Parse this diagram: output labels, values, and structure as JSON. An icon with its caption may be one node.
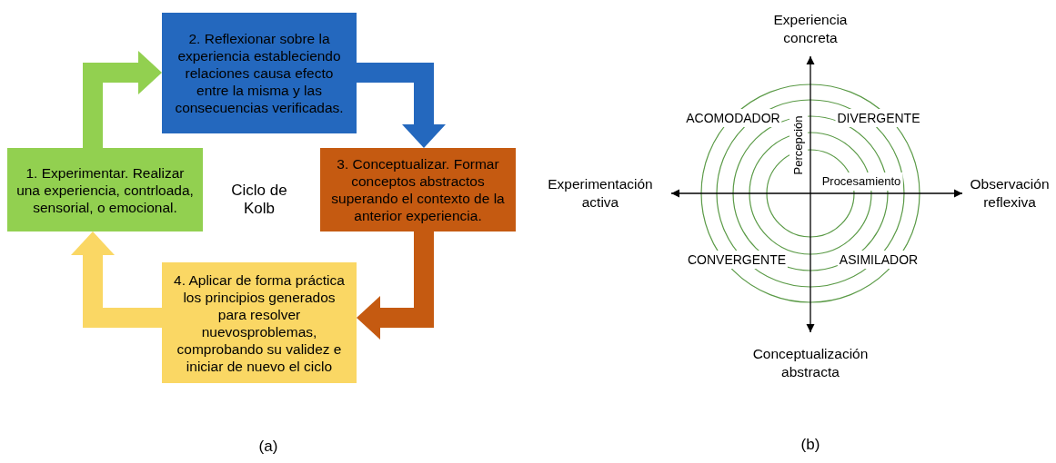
{
  "diagram": {
    "nodes": [
      {
        "text": [
          "1. Experimentar. Realizar una experiencia, contrloada, sensorial, o emocional."
        ]
      },
      {
        "text": [
          "2. Reflexionar sobre la experiencia estableciendo relaciones causa efecto entre la misma y las consecuencias verificadas."
        ]
      },
      {
        "text": [
          "3. Conceptualizar. Formar conceptos abstractos superando el contexto de la anterior experiencia."
        ]
      },
      {
        "text": [
          "4. Aplicar de forma práctica los principios generados para resolver nuevosproblemas, comprobando su validez e iniciar de nuevo el ciclo"
        ]
      }
    ],
    "edges": [
      {
        "from": 0,
        "to": 1,
        "arrow": "to",
        "color": "#92d050"
      },
      {
        "from": 1,
        "to": 2,
        "arrow": "to",
        "color": "#2468be"
      },
      {
        "from": 2,
        "to": 3,
        "arrow": "to",
        "color": "#c55a11"
      },
      {
        "from": 3,
        "to": 0,
        "arrow": "to",
        "color": "#fad764"
      }
    ],
    "labels": [
      "Ciclo de Kolb",
      "(a)",
      "Experiencia concreta",
      "ACOMODADOR",
      "Percepción",
      "DIVERGENTE",
      "Experimentación activa",
      "Procesamiento",
      "Observación reflexiva",
      "CONVERGENTE",
      "ASIMILADOR",
      "Conceptualización abstracta",
      "(b)"
    ]
  }
}
